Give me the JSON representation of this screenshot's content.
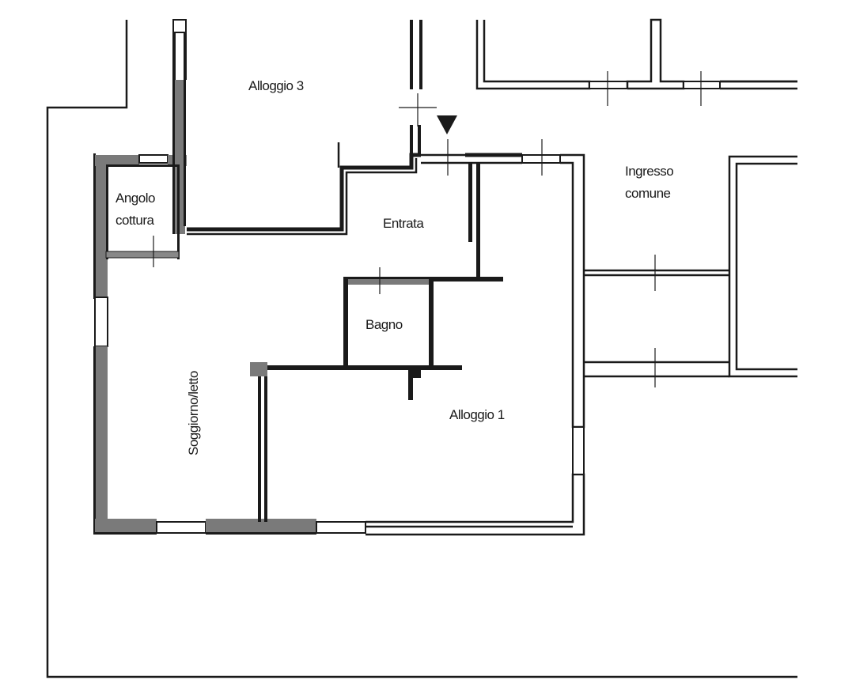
{
  "rooms": {
    "alloggio_3": "Alloggio 3",
    "angolo_cottura_line1": "Angolo",
    "angolo_cottura_line2": "cottura",
    "entrata": "Entrata",
    "bagno": "Bagno",
    "soggiorno_letto": "Soggiorno/letto",
    "alloggio_1": "Alloggio 1",
    "ingresso_line1": "Ingresso",
    "ingresso_line2": "comune"
  },
  "colors": {
    "wall": "#1a1a1a",
    "wall_fill": "#7a7a7a",
    "background": "#ffffff"
  }
}
